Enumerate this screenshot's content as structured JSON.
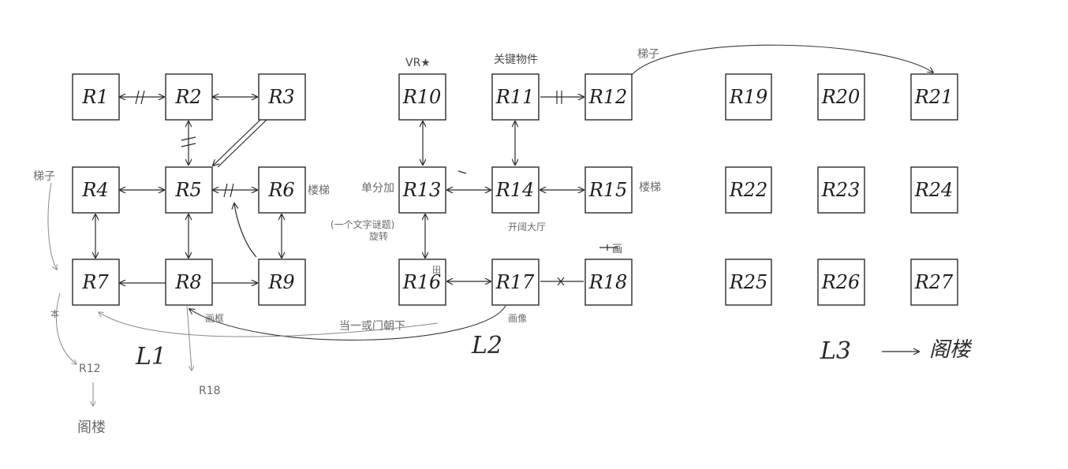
{
  "rooms": {
    "r1": "R1",
    "r2": "R2",
    "r3": "R3",
    "r4": "R4",
    "r5": "R5",
    "r6": "R6",
    "r7": "R7",
    "r8": "R8",
    "r9": "R9",
    "r10": "R10",
    "r11": "R11",
    "r12": "R12",
    "r13": "R13",
    "r14": "R14",
    "r15": "R15",
    "r16": "R16",
    "r17": "R17",
    "r18": "R18",
    "r19": "R19",
    "r20": "R20",
    "r21": "R21",
    "r22": "R22",
    "r23": "R23",
    "r24": "R24",
    "r25": "R25",
    "r26": "R26",
    "r27": "R27"
  },
  "levels": {
    "l1": "L1",
    "l2": "L2",
    "l3": "L3"
  },
  "l3_target": "阁楼",
  "notes": {
    "ladder_left": "梯子",
    "stairs_r6": "楼梯",
    "stairs_r15": "楼梯",
    "ladder_top": "梯子",
    "vr": "VR★",
    "key_item": "关键物件",
    "single_room": "单分加",
    "puzzle_line1": "(一个文字谜题)",
    "puzzle_line2": "旋转",
    "open_hall": "开阔大厅",
    "painting_r18": "画",
    "painting_r17": "画像",
    "painting_r8": "画框",
    "door_note": "当一或门朝下",
    "r12_ref": "R12",
    "r18_ref": "R18",
    "attic": "阁楼",
    "small_mark": "本",
    "grid_mark": "田"
  },
  "connection_marks": {
    "locked": "||",
    "blocked": "×",
    "dash": "–"
  }
}
